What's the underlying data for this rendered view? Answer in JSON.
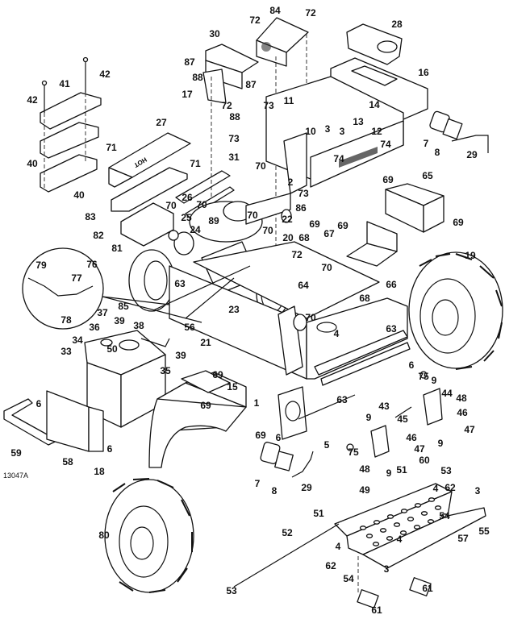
{
  "diagram": {
    "figure_id": "13047A",
    "decal_text": "HOT",
    "callouts": [
      "42",
      "42",
      "41",
      "40",
      "40",
      "27",
      "71",
      "71",
      "26",
      "70",
      "70",
      "89",
      "70",
      "25",
      "24",
      "83",
      "82",
      "81",
      "31",
      "73",
      "30",
      "87",
      "88",
      "17",
      "72",
      "87",
      "88",
      "84",
      "72",
      "72",
      "28",
      "16",
      "73",
      "11",
      "10",
      "3",
      "3",
      "13",
      "12",
      "14",
      "74",
      "74",
      "2",
      "73",
      "70",
      "70",
      "86",
      "22",
      "20",
      "68",
      "69",
      "67",
      "69",
      "72",
      "70",
      "64",
      "68",
      "66",
      "65",
      "69",
      "69",
      "19",
      "7",
      "8",
      "29",
      "79",
      "76",
      "77",
      "78",
      "37",
      "36",
      "34",
      "39",
      "38",
      "85",
      "63",
      "56",
      "23",
      "21",
      "33",
      "50",
      "35",
      "39",
      "69",
      "15",
      "69",
      "1",
      "6",
      "6",
      "59",
      "58",
      "18",
      "70",
      "4",
      "63",
      "63",
      "6",
      "75",
      "9",
      "44",
      "48",
      "46",
      "47",
      "9",
      "43",
      "9",
      "45",
      "46",
      "47",
      "48",
      "9",
      "75",
      "5",
      "6",
      "69",
      "7",
      "8",
      "29",
      "60",
      "53",
      "51",
      "4",
      "62",
      "3",
      "49",
      "54",
      "55",
      "57",
      "4",
      "51",
      "52",
      "4",
      "62",
      "54",
      "3",
      "61",
      "61",
      "80",
      "53"
    ]
  }
}
